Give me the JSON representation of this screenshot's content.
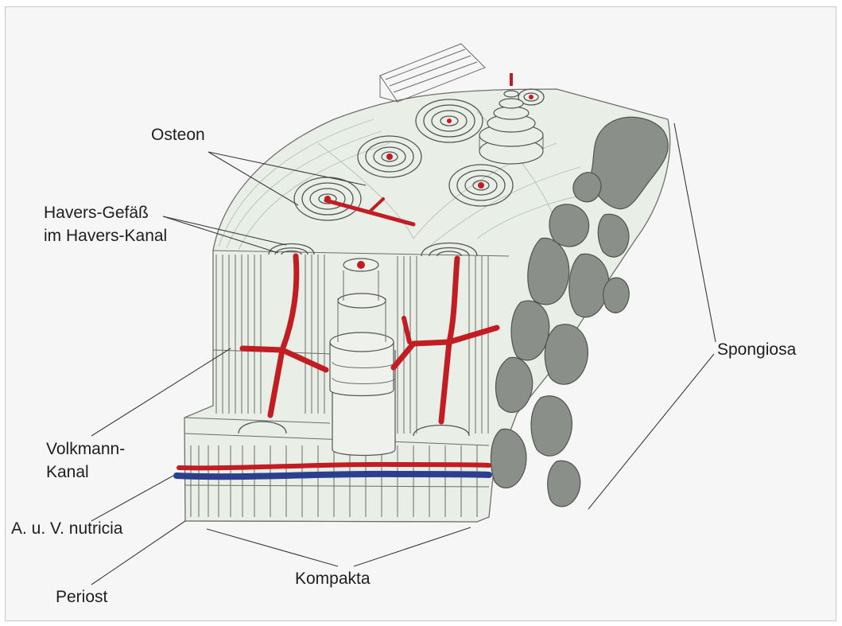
{
  "labels": {
    "osteon": "Osteon",
    "havers_line1": "Havers-Gefäß",
    "havers_line2": "im Havers-Kanal",
    "volkmann_line1": "Volkmann-",
    "volkmann_line2": "Kanal",
    "nutricia": "A. u. V. nutricia",
    "periost": "Periost",
    "kompakta": "Kompakta",
    "spongiosa": "Spongiosa"
  },
  "colors": {
    "background": "#f5f6f5",
    "bone_tint": "#e6ece4",
    "artery": "#c11d22",
    "vein": "#2c3f8f",
    "pencil": "#3a3a3a"
  }
}
